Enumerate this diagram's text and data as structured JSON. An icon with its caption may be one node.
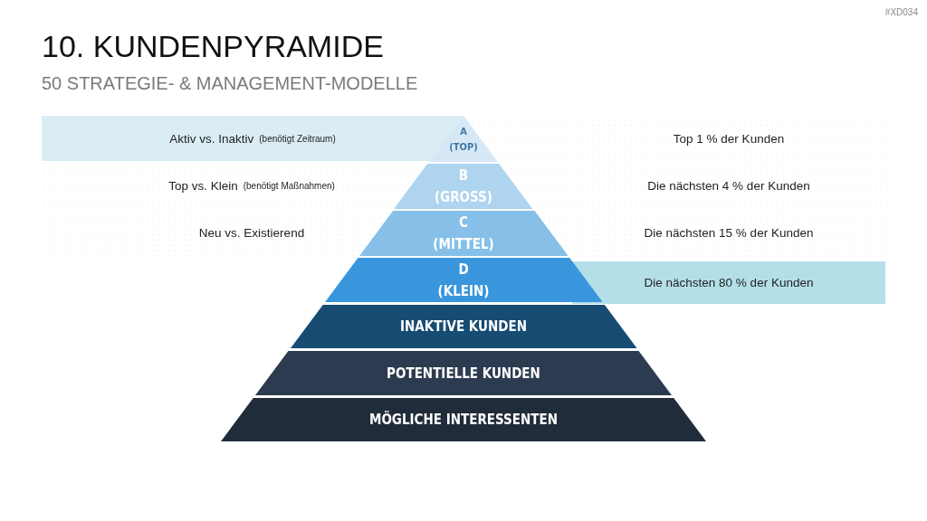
{
  "diagram": {
    "title": "10. KUNDENPYRAMIDE",
    "nodes": [
      {
        "text": [
          "A",
          "(TOP)"
        ]
      },
      {
        "text": [
          "B",
          "(GROSS)"
        ]
      },
      {
        "text": [
          "C",
          "(MITTEL)"
        ]
      },
      {
        "text": [
          "D",
          "(KLEIN)"
        ]
      },
      {
        "text": [
          "INAKTIVE KUNDEN"
        ]
      },
      {
        "text": [
          "POTENTIELLE KUNDEN"
        ]
      },
      {
        "text": [
          "MÖGLICHE INTERESSENTEN"
        ]
      },
      {
        "text": [
          "Aktiv vs. Inaktiv",
          "(benötigt Zeitraum)"
        ]
      },
      {
        "text": [
          "Top vs. Klein",
          "(benötigt Maßnahmen)"
        ]
      },
      {
        "text": [
          "Neu vs. Existierend"
        ]
      },
      {
        "text": [
          "Top 1 % der Kunden"
        ]
      },
      {
        "text": [
          "Die nächsten 4 % der Kunden"
        ]
      },
      {
        "text": [
          "Die nächsten 15 % der Kunden"
        ]
      },
      {
        "text": [
          "Die nächsten 80 % der Kunden"
        ]
      }
    ],
    "labels": [
      "50 STRATEGIE- & MANAGEMENT-MODELLE",
      "#XD034"
    ]
  }
}
